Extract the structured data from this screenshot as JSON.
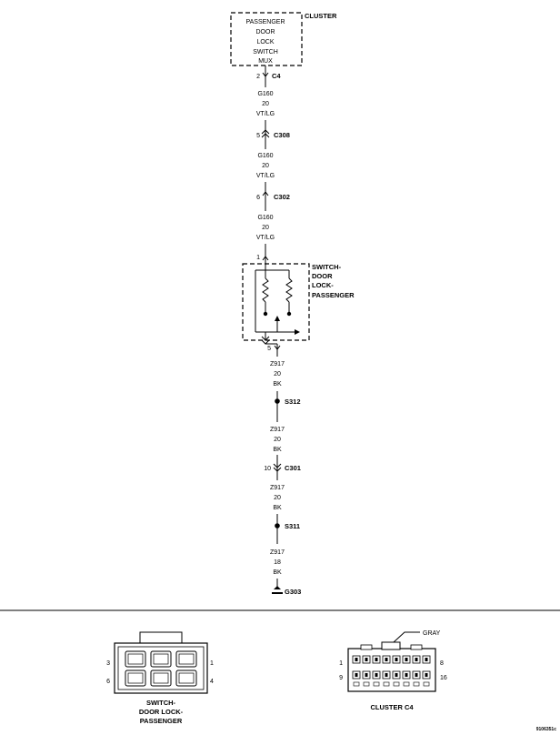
{
  "module": {
    "lines": [
      "PASSENGER",
      "DOOR",
      "LOCK",
      "SWITCH",
      "MUX"
    ],
    "label": "CLUSTER"
  },
  "connectors": [
    {
      "pin": "2",
      "name": "C4"
    },
    {
      "pin": "5",
      "name": "C308"
    },
    {
      "pin": "6",
      "name": "C302"
    },
    {
      "pin": "1",
      "name": ""
    },
    {
      "pin": "5",
      "name": ""
    },
    {
      "pin": "10",
      "name": "C301"
    }
  ],
  "wires": [
    {
      "circuit": "G160",
      "gauge": "20",
      "color": "VT/LG"
    },
    {
      "circuit": "G160",
      "gauge": "20",
      "color": "VT/LG"
    },
    {
      "circuit": "G160",
      "gauge": "20",
      "color": "VT/LG"
    },
    {
      "circuit": "Z917",
      "gauge": "20",
      "color": "BK"
    },
    {
      "circuit": "Z917",
      "gauge": "20",
      "color": "BK"
    },
    {
      "circuit": "Z917",
      "gauge": "20",
      "color": "BK"
    },
    {
      "circuit": "Z917",
      "gauge": "18",
      "color": "BK"
    }
  ],
  "switch": {
    "lines": [
      "SWITCH-",
      "DOOR",
      "LOCK-",
      "PASSENGER"
    ]
  },
  "splices": [
    "S312",
    "S311"
  ],
  "ground": "G303",
  "views": {
    "switch_connector": {
      "label_lines": [
        "SWITCH-",
        "DOOR LOCK-",
        "PASSENGER"
      ],
      "pins": [
        "3",
        "1",
        "6",
        "4"
      ]
    },
    "cluster_connector": {
      "label": "CLUSTER C4",
      "color_tag": "GRAY",
      "pins": [
        "1",
        "8",
        "9",
        "16"
      ]
    }
  },
  "figure_id": "9106351c"
}
